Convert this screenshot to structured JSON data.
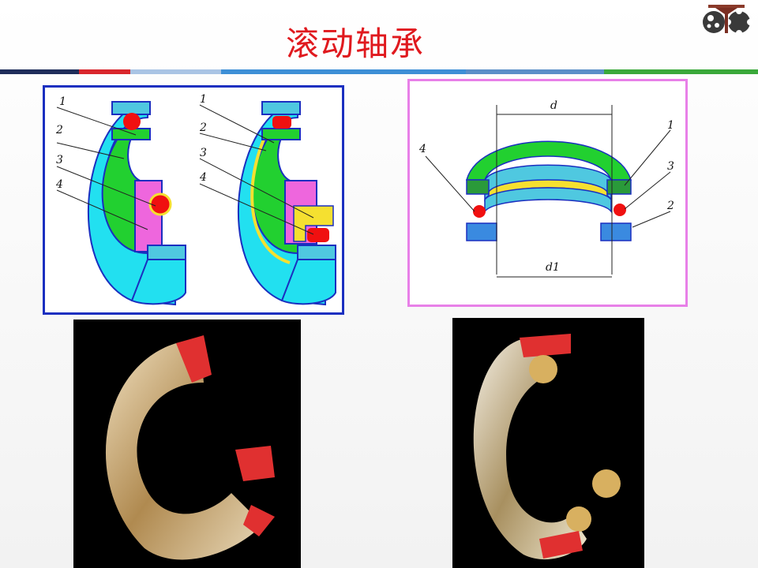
{
  "slide": {
    "title": "滚动轴承",
    "stripe_colors": [
      "#1f2d5a",
      "#d9262c",
      "#a9c4e4",
      "#3d8fd6",
      "#5a8fc8",
      "#3aa83a"
    ],
    "logo_label": "logo"
  },
  "diagram_left": {
    "bearing_a_labels": [
      "1",
      "2",
      "3",
      "4"
    ],
    "bearing_b_labels": [
      "1",
      "2",
      "3",
      "4"
    ]
  },
  "diagram_right": {
    "dim_top": "d",
    "dim_bottom": "d1",
    "labels_left": [
      "4"
    ],
    "labels_right": [
      "1",
      "3",
      "2"
    ]
  }
}
